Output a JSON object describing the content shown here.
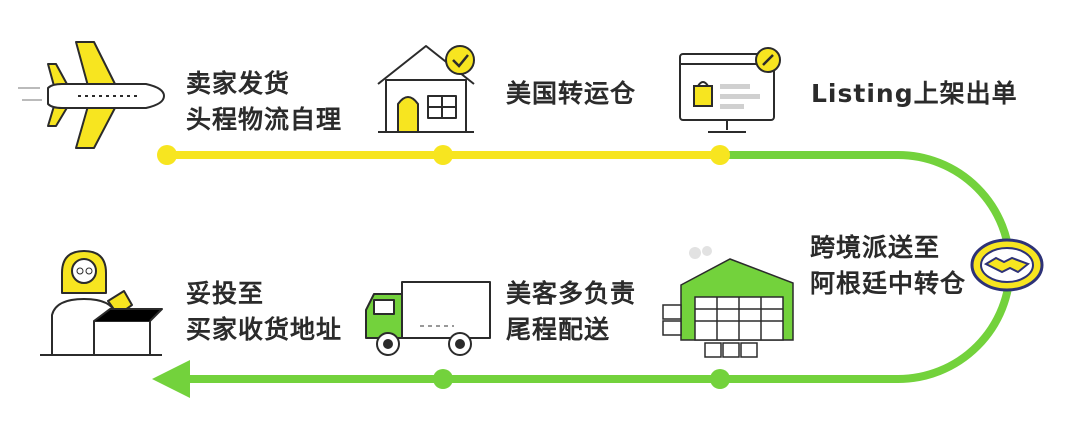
{
  "steps": {
    "s1": {
      "line1": "卖家发货",
      "line2": "头程物流自理"
    },
    "s2": {
      "line1": "美国转运仓"
    },
    "s3": {
      "line1": "Listing上架出单"
    },
    "s4": {
      "line1": "跨境派送至",
      "line2": "阿根廷中转仓"
    },
    "s5": {
      "line1": "美客多负责",
      "line2": "尾程配送"
    },
    "s6": {
      "line1": "妥投至",
      "line2": "买家收货地址"
    }
  },
  "colors": {
    "yellow": "#f7e520",
    "green": "#73d23c",
    "dark": "#2b2b2b",
    "navy": "#2d3277"
  }
}
